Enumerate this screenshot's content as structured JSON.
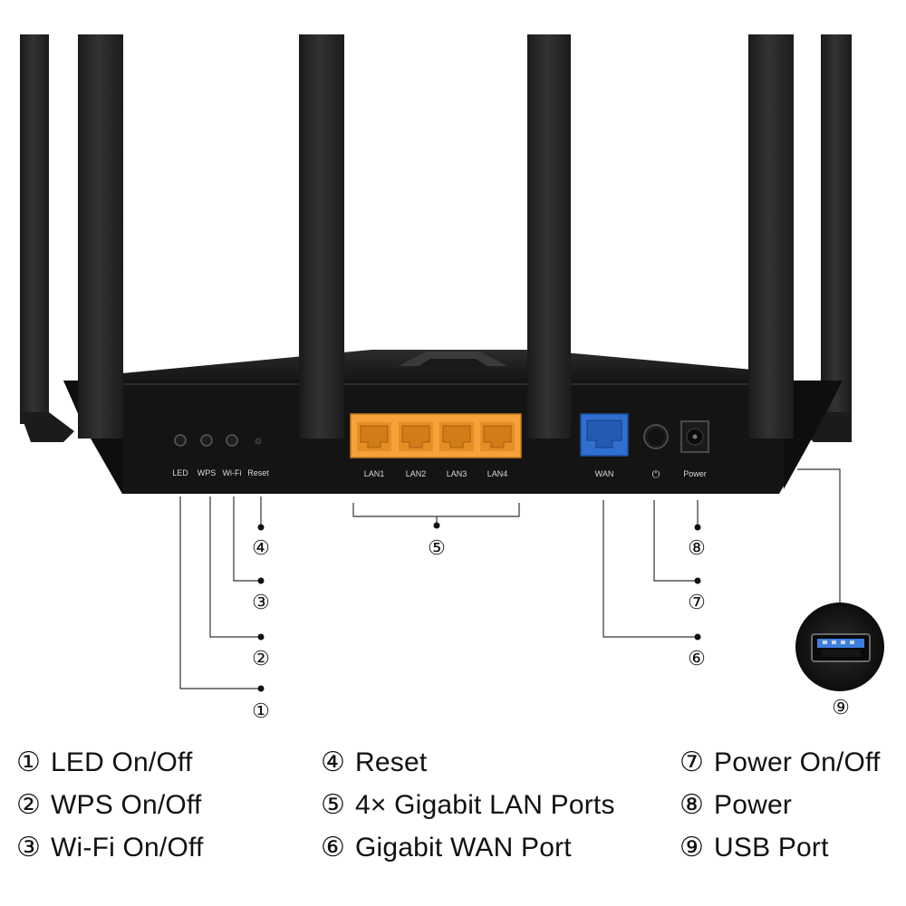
{
  "port_labels": {
    "led": "LED",
    "wps": "WPS",
    "wifi": "Wi-Fi",
    "reset": "Reset",
    "lan1": "LAN1",
    "lan2": "LAN2",
    "lan3": "LAN3",
    "lan4": "LAN4",
    "wan": "WAN",
    "power_symbol": "⏻",
    "power": "Power"
  },
  "callouts": {
    "c1": "①",
    "c2": "②",
    "c3": "③",
    "c4": "④",
    "c5": "⑤",
    "c6": "⑥",
    "c7": "⑦",
    "c8": "⑧",
    "c9": "⑨"
  },
  "legend": {
    "columns": [
      [
        {
          "num": "①",
          "label": "LED On/Off"
        },
        {
          "num": "②",
          "label": "WPS On/Off"
        },
        {
          "num": "③",
          "label": "Wi-Fi On/Off"
        }
      ],
      [
        {
          "num": "④",
          "label": "Reset"
        },
        {
          "num": "⑤",
          "label": "4× Gigabit LAN Ports"
        },
        {
          "num": "⑥",
          "label": "Gigabit WAN Port"
        }
      ],
      [
        {
          "num": "⑦",
          "label": "Power On/Off"
        },
        {
          "num": "⑧",
          "label": "Power"
        },
        {
          "num": "⑨",
          "label": "USB Port"
        }
      ]
    ]
  },
  "colors": {
    "router_body": "#151515",
    "antenna": "#262626",
    "lan_ports": "#f5a23a",
    "wan_port": "#2f6fd0",
    "usb_port": "#3d7fe0",
    "lines": "#333333"
  }
}
